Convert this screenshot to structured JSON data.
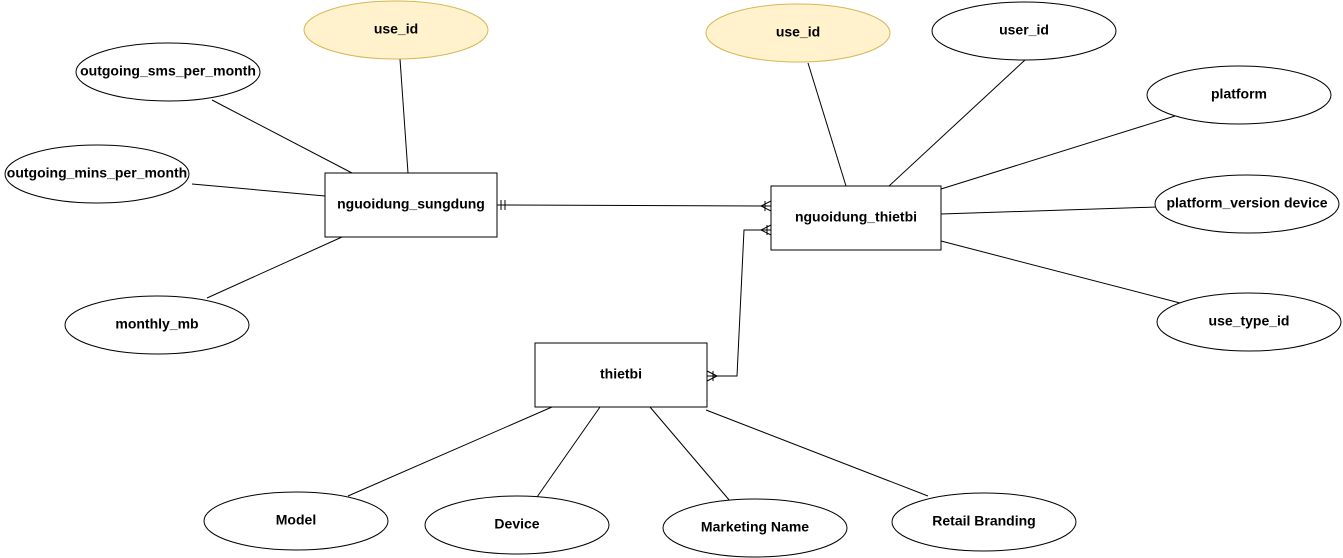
{
  "colors": {
    "line": "#000000",
    "entity_fill": "#ffffff",
    "attribute_fill": "#ffffff",
    "key_attribute_fill": "#fff2cc",
    "key_attribute_stroke": "#d6b656"
  },
  "entities": {
    "user_usage": {
      "label": "nguoidung_sungdung"
    },
    "user_device": {
      "label": "nguoidung_thietbi"
    },
    "device": {
      "label": "thietbi"
    }
  },
  "attributes": {
    "usage_use_id": {
      "label": "use_id",
      "key": true
    },
    "sms": {
      "label": "outgoing_sms_per_month",
      "key": false
    },
    "mins": {
      "label": "outgoing_mins_per_month",
      "key": false
    },
    "monthly_mb": {
      "label": "monthly_mb",
      "key": false
    },
    "ud_use_id": {
      "label": "use_id",
      "key": true
    },
    "user_id": {
      "label": "user_id",
      "key": false
    },
    "platform": {
      "label": "platform",
      "key": false
    },
    "platform_version": {
      "label": "platform_version device",
      "key": false
    },
    "use_type_id": {
      "label": "use_type_id",
      "key": false
    },
    "model": {
      "label": "Model",
      "key": false
    },
    "device_attr": {
      "label": "Device",
      "key": false
    },
    "marketing_name": {
      "label": "Marketing Name",
      "key": false
    },
    "retail_branding": {
      "label": "Retail Branding",
      "key": false
    }
  },
  "relationships": [
    {
      "from": "user_usage",
      "to": "user_device",
      "cardinality": "one-to-many"
    },
    {
      "from": "device",
      "to": "user_device",
      "cardinality": "many-to-many"
    }
  ]
}
